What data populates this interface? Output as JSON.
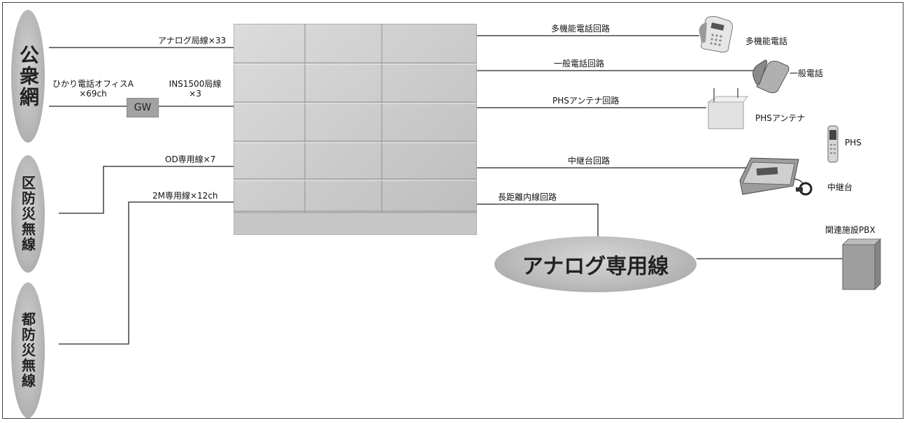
{
  "networks": {
    "public": "公衆網",
    "ward_radio": "区防災無線",
    "metro_radio": "都防災無線"
  },
  "lines": {
    "analog_trunk": "アナログ局線×33",
    "hikari_1": "ひかり電話オフィスA",
    "hikari_2": "×69ch",
    "gw": "GW",
    "ins_1": "INS1500局線",
    "ins_2": "×3",
    "od": "OD専用線×7",
    "m2": "2M専用線×12ch"
  },
  "circuits": {
    "multi": "多機能電話回路",
    "general": "一般電話回路",
    "phs_antenna": "PHSアンテナ回路",
    "relay": "中継台回路",
    "long_distance": "長距離内線回路"
  },
  "devices": {
    "multi_phone": "多機能電話",
    "general_phone": "一般電話",
    "phs_antenna": "PHSアンテナ",
    "phs": "PHS",
    "relay_console": "中継台",
    "related_pbx": "関連施設PBX"
  },
  "analog_leased": "アナログ専用線"
}
